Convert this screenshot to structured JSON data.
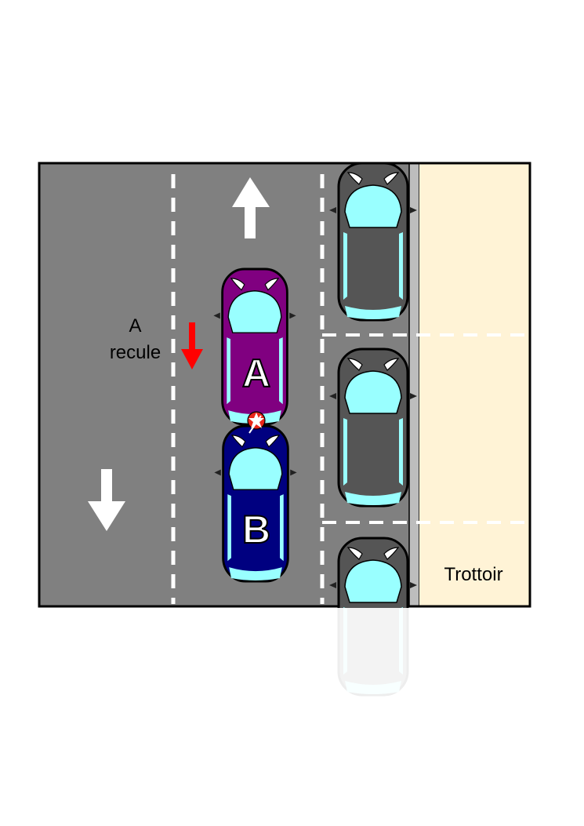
{
  "labels": {
    "action_line1": "A",
    "action_line2": "recule",
    "sidewalk": "Trottoir"
  },
  "cars": {
    "car_a": {
      "letter": "A",
      "body_color": "#800080"
    },
    "car_b": {
      "letter": "B",
      "body_color": "#000080"
    },
    "parked_color": "#555555"
  },
  "colors": {
    "road": "#808080",
    "sidewalk": "#fff3d6",
    "lane_marking": "#ffffff",
    "windshield": "#99ffff",
    "reverse_arrow": "#ff0000",
    "impact": "#e8261a"
  }
}
